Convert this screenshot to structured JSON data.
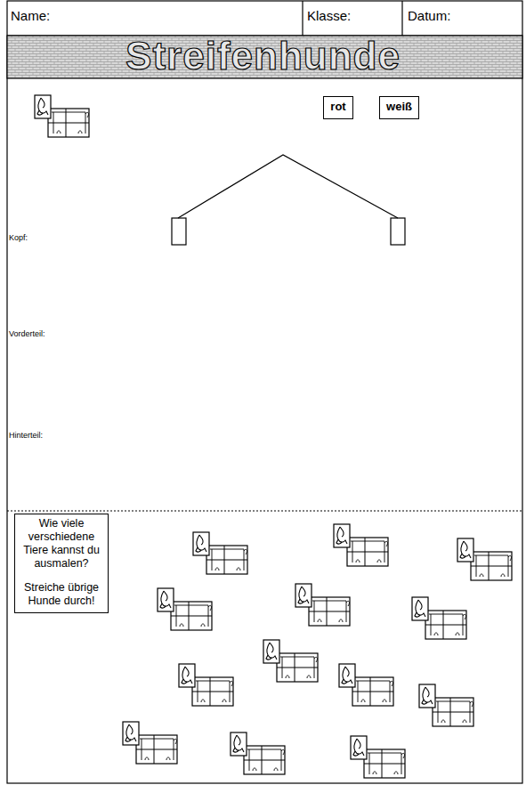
{
  "diagram": {
    "title": "Streifenhunde",
    "nodes": [
      {
        "text": [
          "rot"
        ]
      },
      {
        "text": [
          "weiß"
        ]
      },
      {
        "text": [
          "Wie viele verschiedene Tiere kannst du ausmalen?",
          "Streiche übrige Hunde durch!"
        ]
      }
    ],
    "labels": [
      "Name:",
      "Klasse:",
      "Datum:",
      "Kopf:",
      "Vorderteil:",
      "Hinterteil:"
    ]
  }
}
